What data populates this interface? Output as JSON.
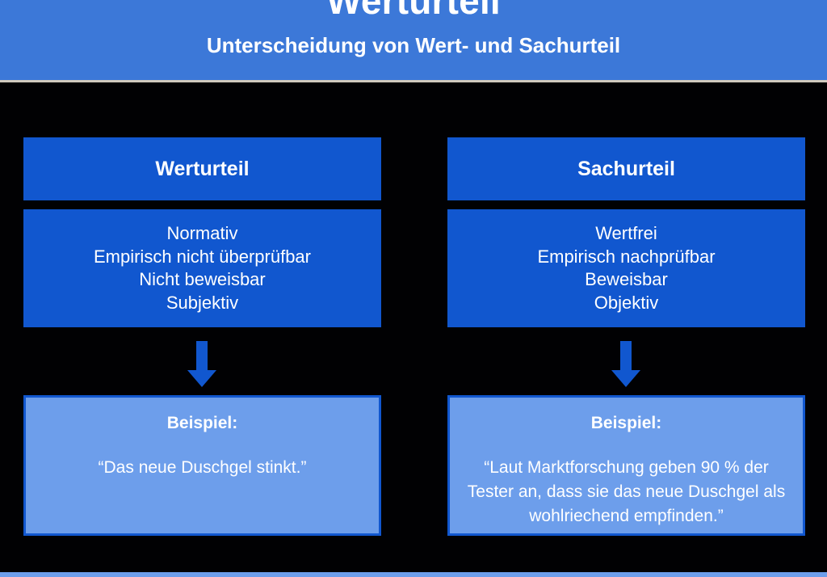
{
  "header": {
    "title": "Werturteil",
    "subtitle": "Unterscheidung von Wert- und Sachurteil",
    "background_color": "#3c78d8",
    "text_color": "#ffffff"
  },
  "colors": {
    "slide_background": "#010103",
    "card_blue": "#1157cf",
    "example_blue": "#6d9eeb",
    "arrow_blue": "#1157cf",
    "divider": "#cfc9bd"
  },
  "columns": [
    {
      "heading": "Werturteil",
      "attributes": [
        "Normativ",
        "Empirisch nicht überprüfbar",
        "Nicht beweisbar",
        "Subjektiv"
      ],
      "arrow": "down-arrow-icon",
      "example": {
        "title": "Beispiel:",
        "text": "“Das neue Duschgel stinkt.”"
      }
    },
    {
      "heading": "Sachurteil",
      "attributes": [
        "Wertfrei",
        "Empirisch nachprüfbar",
        "Beweisbar",
        "Objektiv"
      ],
      "arrow": "down-arrow-icon",
      "example": {
        "title": "Beispiel:",
        "text": "“Laut Marktforschung geben 90 % der Tester an, dass sie das neue Duschgel als wohlriechend empfinden.”"
      }
    }
  ]
}
